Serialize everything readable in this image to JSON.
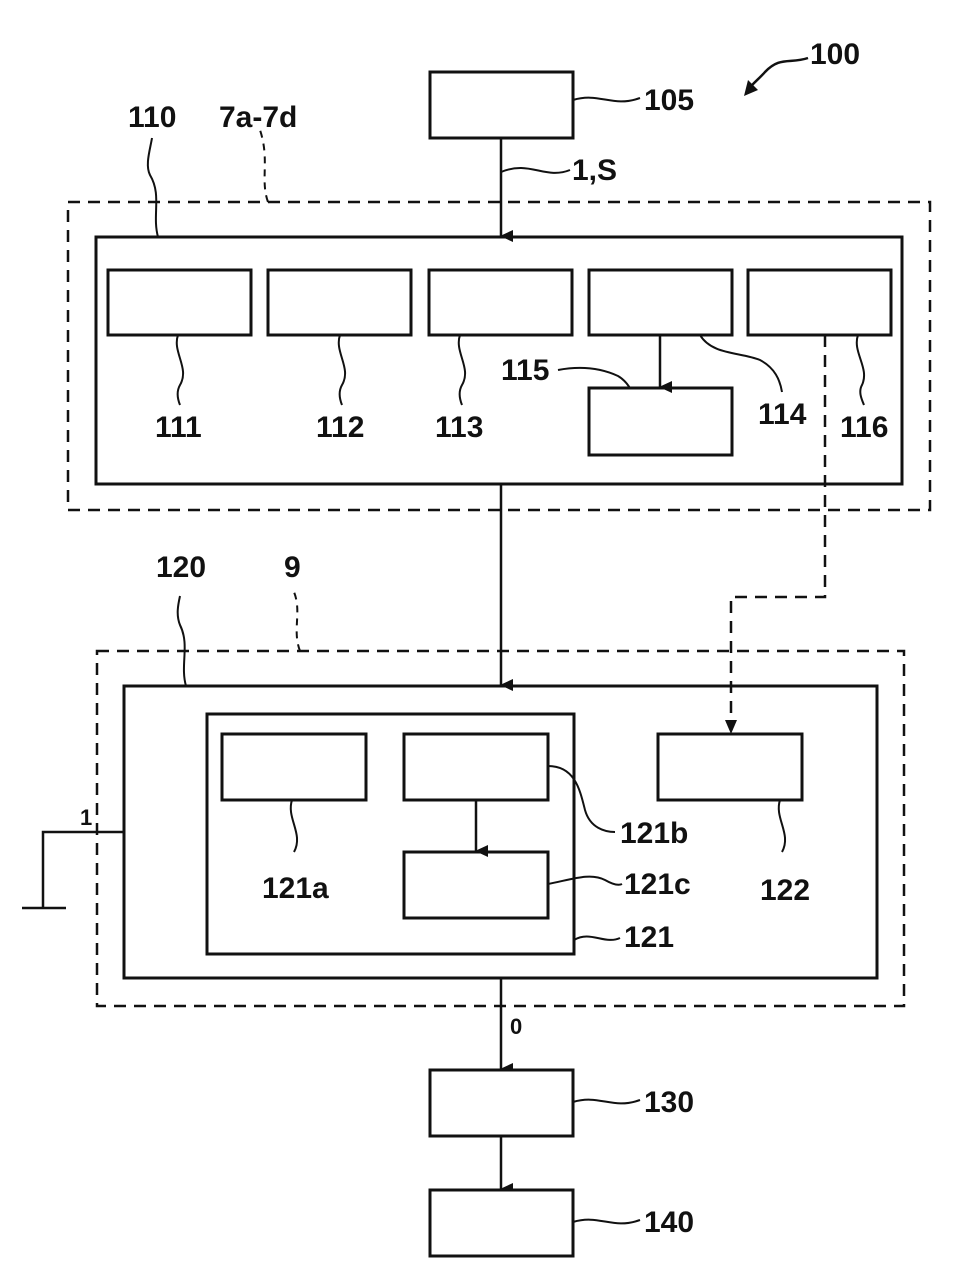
{
  "diagram": {
    "labels": {
      "system": "100",
      "input_unit": "105",
      "input_signal": "1,S",
      "module_a": "110",
      "module_a_ref": "7a-7d",
      "sub_111": "111",
      "sub_112": "112",
      "sub_113": "113",
      "sub_114": "114",
      "sub_115": "115",
      "sub_116": "116",
      "module_b": "120",
      "module_b_ref": "9",
      "ground_signal": "1",
      "sub_121": "121",
      "sub_121a": "121a",
      "sub_121b": "121b",
      "sub_121c": "121c",
      "sub_122": "122",
      "output_signal": "0",
      "unit_130": "130",
      "unit_140": "140"
    }
  }
}
